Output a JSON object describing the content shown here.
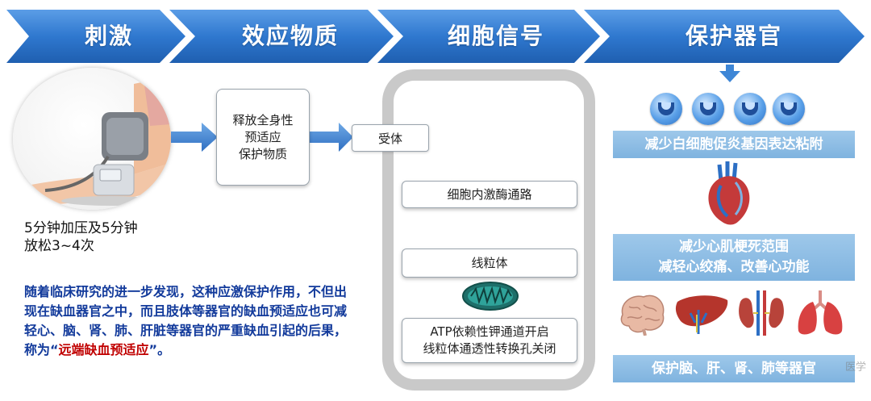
{
  "header": {
    "steps": [
      {
        "label": "刺激"
      },
      {
        "label": "效应物质"
      },
      {
        "label": "细胞信号"
      },
      {
        "label": "保护器官"
      }
    ]
  },
  "stimulus": {
    "text": "5分钟加压及5分钟\n放松3~4次"
  },
  "description": {
    "text_main": "随着临床研究的进一步发现，这种应激保护作用，不但出现在缺血器官之中，而且肢体等器官的缺血预适应也可减轻心、脑、肾、肺、肝脏等器官的严重缺血引起的后果，称为“",
    "text_highlight": "远端缺血预适应",
    "text_end": "”。"
  },
  "effect_box": {
    "text": "释放全身性\n预适应\n保护物质"
  },
  "receptor": {
    "text": "受体"
  },
  "cell_signal": {
    "kinase": "细胞内激酶通路",
    "mitochondria": "线粒体",
    "atp": "ATP依赖性钾通道开启\n线粒体通透性转换孔关闭"
  },
  "protection": {
    "banner1": "减少白细胞促炎基因表达粘附",
    "banner2": "减少心肌梗死范围\n减轻心绞痛、改善心功能",
    "banner3": "保护脑、肝、肾、肺等器官"
  },
  "colors": {
    "chevron": "#2f78cf",
    "arrow": "#3e86d6",
    "banner": "#8cbde6",
    "text_blue": "#123a9b",
    "text_red": "#c00000"
  },
  "icons": [
    "blood-pressure-cuff-icon",
    "mitochondria-icon",
    "white-blood-cell-icon",
    "heart-icon",
    "brain-icon",
    "liver-icon",
    "kidney-icon",
    "lung-icon"
  ],
  "watermark": "医学"
}
